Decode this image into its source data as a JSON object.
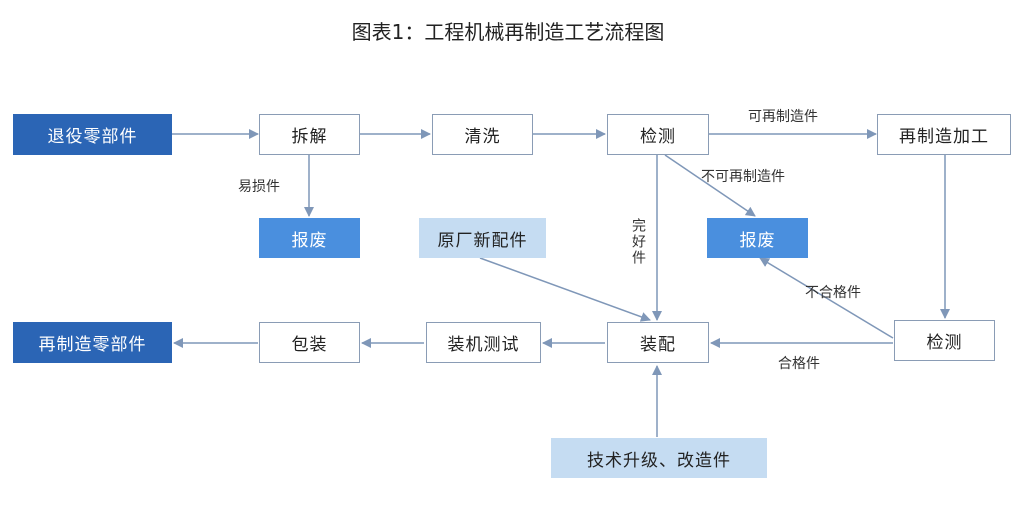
{
  "title": "图表1：工程机械再制造工艺流程图",
  "nodes": {
    "retired_parts": "退役零部件",
    "disassembly": "拆解",
    "cleaning": "清洗",
    "inspection_1": "检测",
    "remanufacture_processing": "再制造加工",
    "scrap_1": "报废",
    "scrap_2": "报废",
    "oem_new_parts": "原厂新配件",
    "inspection_2": "检测",
    "assembly": "装配",
    "assembly_test": "装机测试",
    "packaging": "包装",
    "remanufactured_parts": "再制造零部件",
    "upgrade_parts": "技术升级、改造件"
  },
  "edge_labels": {
    "wear_parts": "易损件",
    "remanufacturable": "可再制造件",
    "non_remanufacturable": "不可再制造件",
    "intact_parts": "完好件",
    "unqualified_parts": "不合格件",
    "qualified_parts": "合格件"
  },
  "colors": {
    "dark_blue": "#2b65b5",
    "mid_blue": "#4a8fde",
    "light_blue": "#c5dcf2",
    "border": "#8a9cb5",
    "arrow": "#7f97b8"
  }
}
